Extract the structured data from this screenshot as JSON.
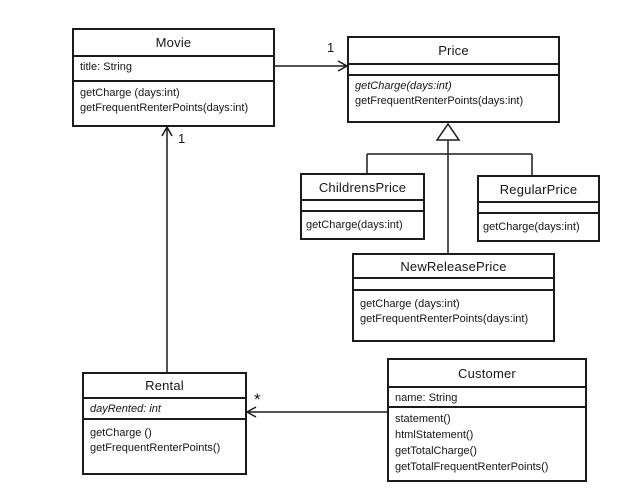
{
  "diagram": {
    "type": "uml-class-diagram",
    "classes": [
      {
        "name": "Movie",
        "attributes": [
          "title: String"
        ],
        "methods": [
          "getCharge (days:int)",
          "getFrequentRenterPoints(days:int)"
        ]
      },
      {
        "name": "Price",
        "attributes": [],
        "methods": [
          "getCharge(days:int)",
          "getFrequentRenterPoints(days:int)"
        ],
        "abstract_methods": [
          "getCharge(days:int)"
        ]
      },
      {
        "name": "ChildrensPrice",
        "attributes": [],
        "methods": [
          "getCharge(days:int)"
        ]
      },
      {
        "name": "RegularPrice",
        "attributes": [],
        "methods": [
          "getCharge(days:int)"
        ]
      },
      {
        "name": "NewReleasePrice",
        "attributes": [],
        "methods": [
          "getCharge (days:int)",
          "getFrequentRenterPoints(days:int)"
        ]
      },
      {
        "name": "Rental",
        "attributes": [
          "dayRented: int"
        ],
        "methods": [
          "getCharge ()",
          "getFrequentRenterPoints()"
        ]
      },
      {
        "name": "Customer",
        "attributes": [
          "name: String"
        ],
        "methods": [
          "statement()",
          "htmlStatement()",
          "getTotalCharge()",
          "getTotalFrequentRenterPoints()"
        ]
      }
    ],
    "relations": [
      {
        "from": "Movie",
        "to": "Price",
        "type": "association",
        "label": "1"
      },
      {
        "from": "Rental",
        "to": "Movie",
        "type": "association",
        "label": "1"
      },
      {
        "from": "Customer",
        "to": "Rental",
        "type": "association",
        "label": "*"
      },
      {
        "from": "ChildrensPrice",
        "to": "Price",
        "type": "generalization",
        "label": ""
      },
      {
        "from": "RegularPrice",
        "to": "Price",
        "type": "generalization",
        "label": ""
      },
      {
        "from": "NewReleasePrice",
        "to": "Price",
        "type": "generalization",
        "label": ""
      }
    ],
    "colors": {
      "line": "#1b1b1b",
      "background": "#ffffff",
      "text": "#161616"
    }
  }
}
